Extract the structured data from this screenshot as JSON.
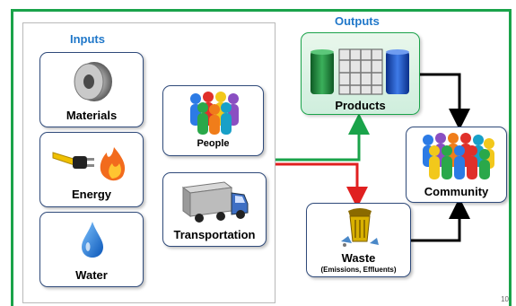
{
  "inputs": {
    "title": "Inputs",
    "materials": "Materials",
    "energy": "Energy",
    "water": "Water",
    "people": "People",
    "transportation": "Transportation"
  },
  "outputs": {
    "title": "Outputs",
    "products": "Products",
    "waste": "Waste",
    "waste_sub": "(Emissions, Effluents)",
    "community": "Community"
  },
  "page_number": "10",
  "colors": {
    "frame": "#1aa34a",
    "heading": "#1f77c9",
    "box_border": "#2f4a7a",
    "arrow_green": "#1aa34a",
    "arrow_red": "#e02020",
    "arrow_black": "#000000"
  }
}
